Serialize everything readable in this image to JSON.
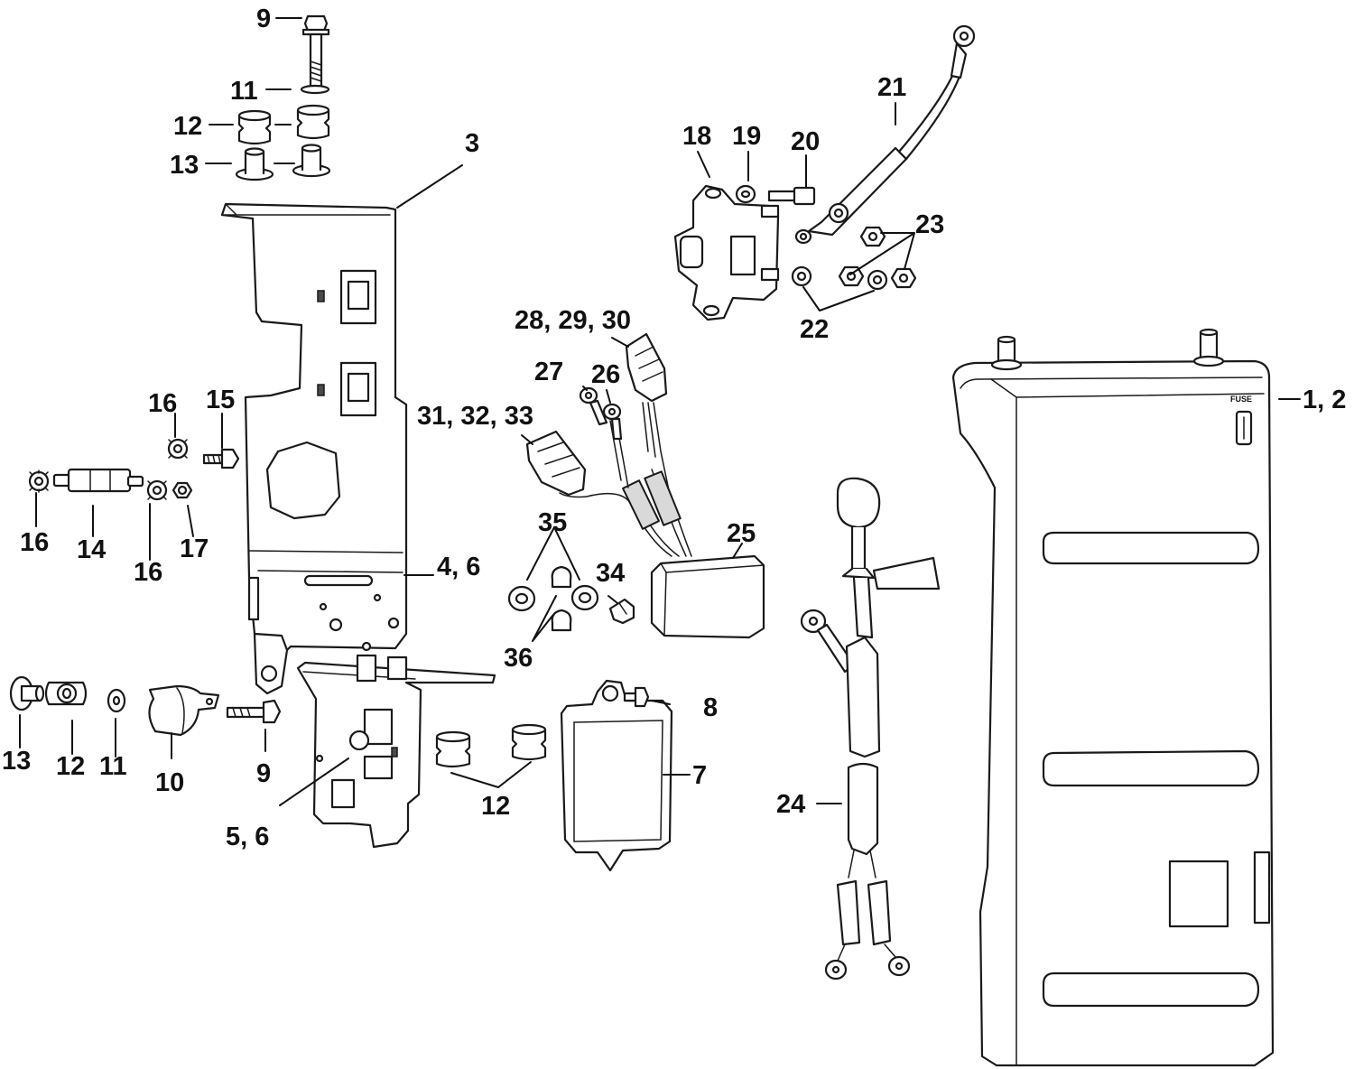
{
  "callouts": {
    "c1_2": "1, 2",
    "c3": "3",
    "c4_6": "4, 6",
    "c5_6": "5, 6",
    "c7": "7",
    "c8": "8",
    "c9_top": "9",
    "c9_bot": "9",
    "c10": "10",
    "c11_top": "11",
    "c11_bot": "11",
    "c12_top": "12",
    "c12_bot": "12",
    "c12_mid": "12",
    "c13_top": "13",
    "c13_bot": "13",
    "c14": "14",
    "c15": "15",
    "c16_a": "16",
    "c16_b": "16",
    "c16_c": "16",
    "c17": "17",
    "c18": "18",
    "c19": "19",
    "c20": "20",
    "c21": "21",
    "c22": "22",
    "c23": "23",
    "c24": "24",
    "c25": "25",
    "c26": "26",
    "c27": "27",
    "c28_29_30": "28, 29, 30",
    "c31_32_33": "31, 32, 33",
    "c34": "34",
    "c35": "35",
    "c36": "36"
  },
  "housing_label": "FUSE"
}
